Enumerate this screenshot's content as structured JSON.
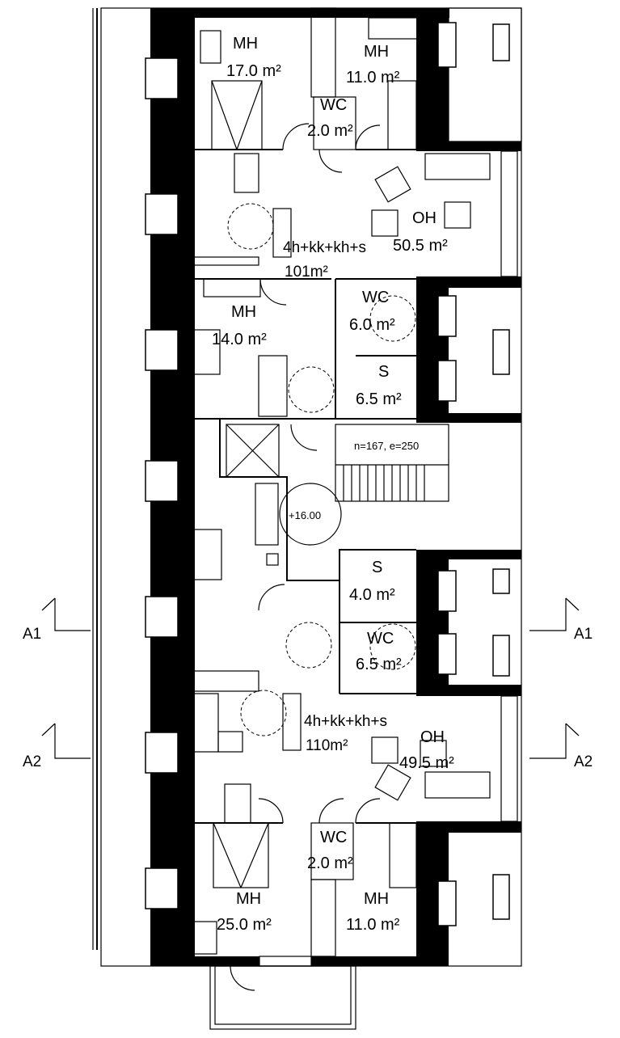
{
  "rooms": {
    "mh_top_left": {
      "name": "MH",
      "area": "17.0 m²"
    },
    "mh_top_right": {
      "name": "MH",
      "area": "11.0 m²"
    },
    "wc_top": {
      "name": "WC",
      "area": "2.0 m²"
    },
    "oh_top": {
      "name": "OH",
      "area": "50.5 m²"
    },
    "mh_mid": {
      "name": "MH",
      "area": "14.0 m²"
    },
    "wc_mid": {
      "name": "WC",
      "area": "6.0 m²"
    },
    "s_mid": {
      "name": "S",
      "area": "6.5 m²"
    },
    "s_low": {
      "name": "S",
      "area": "4.0 m²"
    },
    "wc_low": {
      "name": "WC",
      "area": "6.5 m²"
    },
    "oh_low": {
      "name": "OH",
      "area": "49.5 m²"
    },
    "wc_bottom": {
      "name": "WC",
      "area": "2.0 m²"
    },
    "mh_bottom_left": {
      "name": "MH",
      "area": "25.0 m²"
    },
    "mh_bottom_right": {
      "name": "MH",
      "area": "11.0 m²"
    }
  },
  "apartments": {
    "upper": {
      "type": "4h+kk+kh+s",
      "area": "101m²"
    },
    "lower": {
      "type": "4h+kk+kh+s",
      "area": "110m²"
    }
  },
  "stair": {
    "label": "n=167, e=250",
    "level": "+16.00"
  },
  "sections": {
    "a1_left": "A1",
    "a1_right": "A1",
    "a2_left": "A2",
    "a2_right": "A2"
  }
}
